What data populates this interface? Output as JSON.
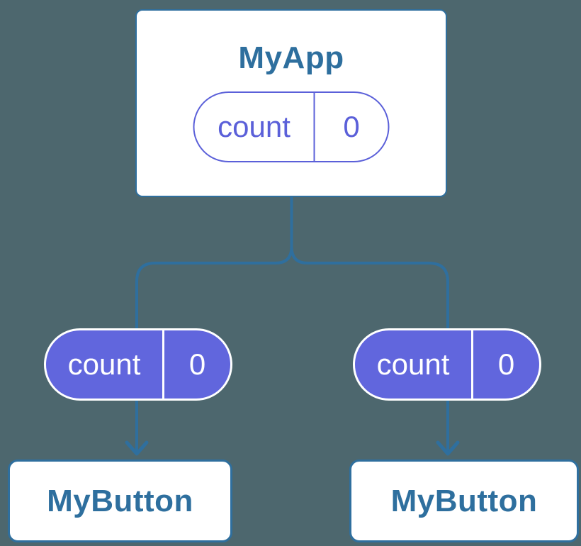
{
  "colors": {
    "background": "#4D676E",
    "line-blue": "#2F6F9E",
    "text-blue": "#2E6F9E",
    "pill-purple": "#6166DD",
    "pill-outline-purple": "#5B60D9",
    "white": "#FFFFFF"
  },
  "diagram": {
    "root": {
      "title": "MyApp",
      "state": {
        "key": "count",
        "value": "0"
      }
    },
    "children": [
      {
        "title": "MyButton",
        "prop": {
          "key": "count",
          "value": "0"
        }
      },
      {
        "title": "MyButton",
        "prop": {
          "key": "count",
          "value": "0"
        }
      }
    ]
  }
}
